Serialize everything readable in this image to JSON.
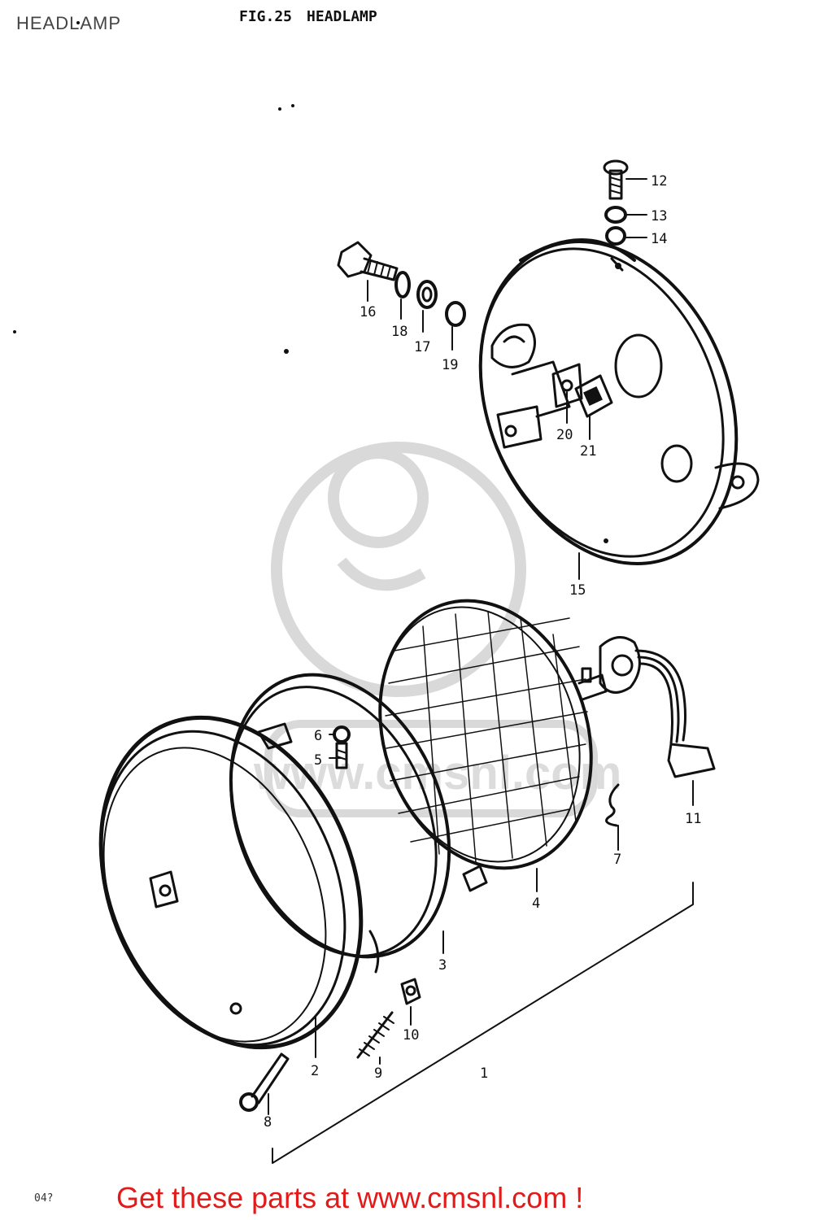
{
  "page_label": "HEADLAMP",
  "figure": {
    "number": "FIG.25",
    "title": "HEADLAMP"
  },
  "footer": {
    "code": "04?",
    "link_text": "Get these parts at www.cmsnl.com !"
  },
  "watermark": {
    "text": "www.cmsnl.com"
  },
  "callouts": [
    "1",
    "2",
    "3",
    "4",
    "5",
    "6",
    "7",
    "8",
    "9",
    "10",
    "11",
    "12",
    "13",
    "14",
    "15",
    "16",
    "17",
    "18",
    "19",
    "20",
    "21"
  ],
  "colors": {
    "ink": "#111111",
    "link": "#e31a1a",
    "watermark": "#dcdcdc"
  }
}
